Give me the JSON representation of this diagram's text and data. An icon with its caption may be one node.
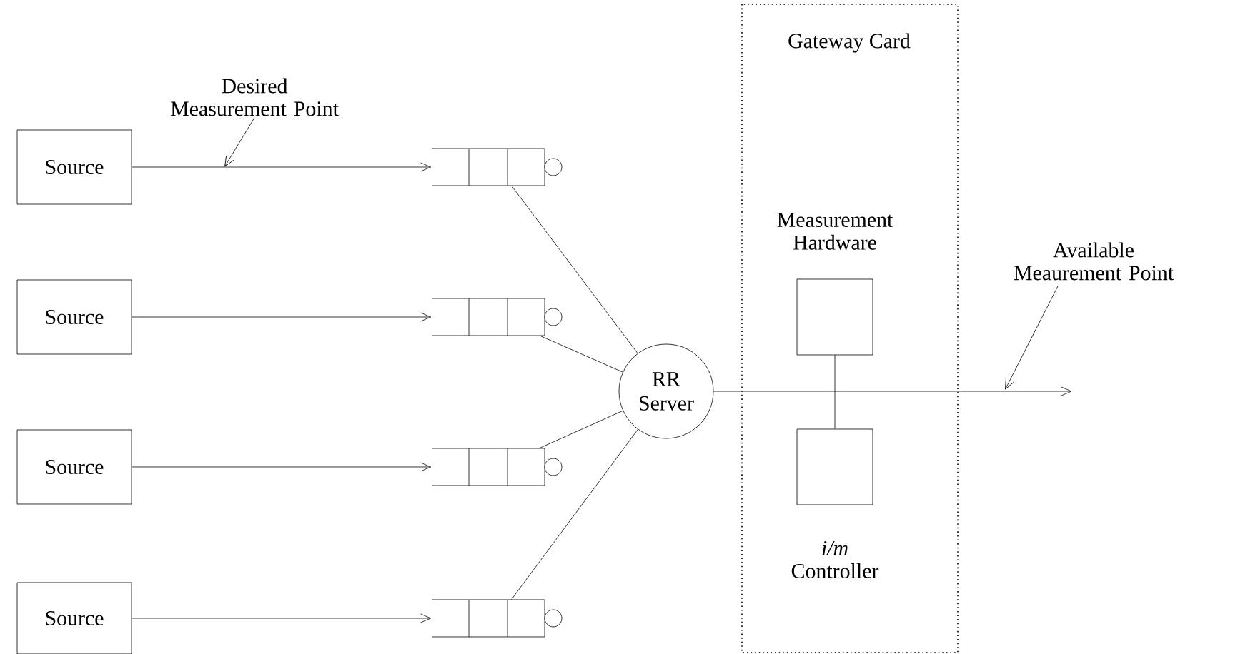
{
  "diagram": {
    "nodes": [
      {
        "text": [
          "Source"
        ]
      },
      {
        "text": [
          "Source"
        ]
      },
      {
        "text": [
          "Source"
        ]
      },
      {
        "text": [
          "Source"
        ]
      },
      {
        "text": [],
        "shape": "queue"
      },
      {
        "text": [],
        "shape": "queue"
      },
      {
        "text": [],
        "shape": "queue"
      },
      {
        "text": [],
        "shape": "queue"
      },
      {
        "text": [
          "RR Server"
        ]
      },
      {
        "text": [
          "Gateway Card"
        ]
      },
      {
        "text": [
          "Measurement Hardware"
        ],
        "in": 9
      },
      {
        "text": [
          "*i/m* Controller"
        ],
        "in": 9
      },
      {
        "text": [
          "Desired Measurement Point"
        ]
      },
      {
        "text": [
          "Available Meaurement Point"
        ]
      }
    ],
    "edges": [
      {
        "from": 0,
        "to": 4,
        "arrow": "to"
      },
      {
        "from": 1,
        "to": 5,
        "arrow": "to"
      },
      {
        "from": 2,
        "to": 6,
        "arrow": "to"
      },
      {
        "from": 3,
        "to": 7,
        "arrow": "to"
      },
      {
        "from": 4,
        "to": 8,
        "arrow": "none"
      },
      {
        "from": 5,
        "to": 8,
        "arrow": "none"
      },
      {
        "from": 6,
        "to": 8,
        "arrow": "none"
      },
      {
        "from": 7,
        "to": 8,
        "arrow": "none"
      },
      {
        "from": 8,
        "to": null,
        "arrow": "to"
      },
      {
        "from": 10,
        "to": 11,
        "arrow": "none"
      },
      {
        "from": 12,
        "to": null,
        "arrow": "to"
      },
      {
        "from": 13,
        "to": null,
        "arrow": "to"
      }
    ]
  }
}
